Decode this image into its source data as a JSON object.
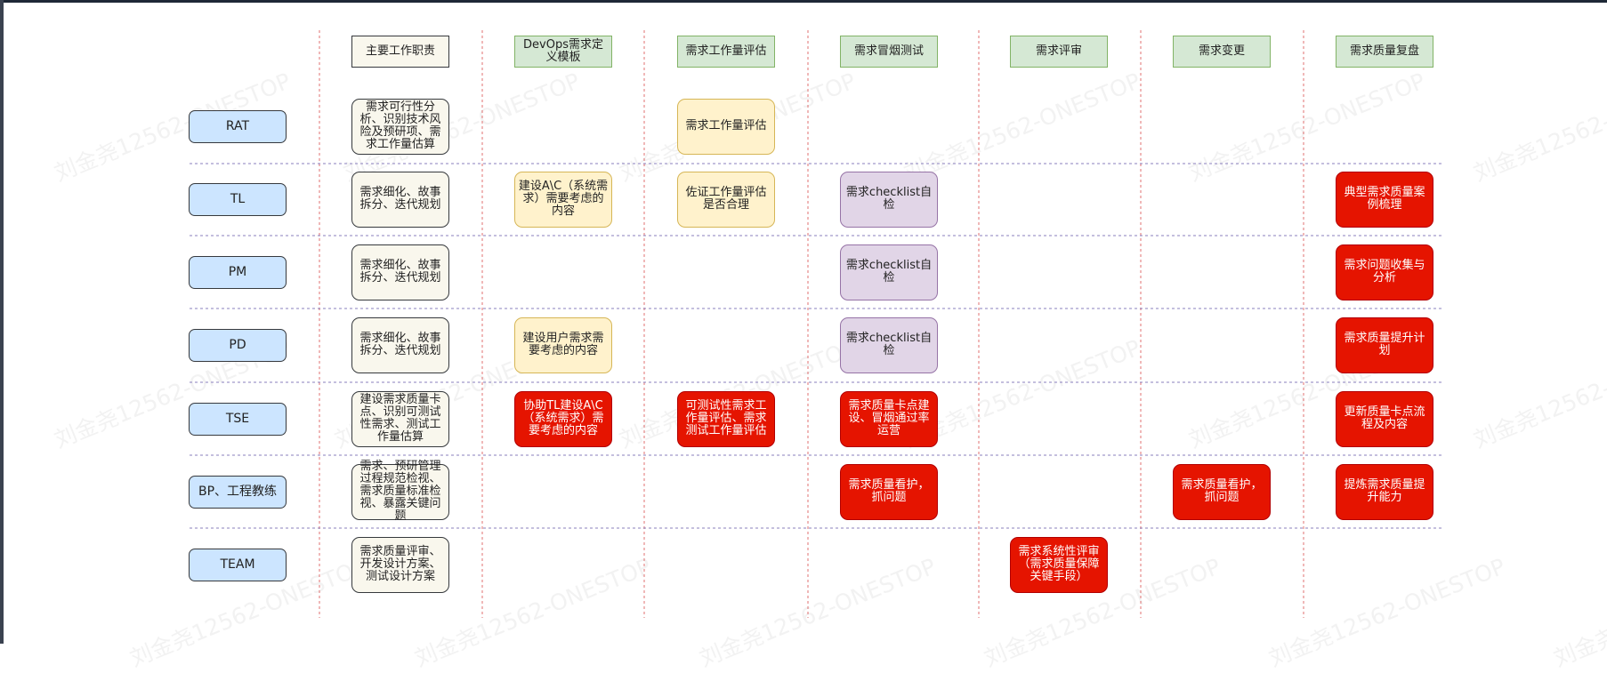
{
  "watermark": "刘金尧12562-ONESTOP",
  "headers": [
    "主要工作职责",
    "DevOps需求定义模板",
    "需求工作量评估",
    "需求冒烟测试",
    "需求评审",
    "需求变更",
    "需求质量复盘"
  ],
  "roles": [
    "RAT",
    "TL",
    "PM",
    "PD",
    "TSE",
    "BP、工程教练",
    "TEAM"
  ],
  "duties": [
    "需求可行性分析、识别技术风险及预研项、需求工作量估算",
    "需求细化、故事拆分、迭代规划",
    "需求细化、故事拆分、迭代规划",
    "需求细化、故事拆分、迭代规划",
    "建设需求质量卡点、识别可测试性需求、测试工作量估算",
    "需求、预研管理过程规范检视、需求质量标准检视、暴露关键问题",
    "需求质量评审、开发设计方案、测试设计方案"
  ],
  "cells": [
    {
      "row": 0,
      "col": 2,
      "style": "yellow",
      "text": "需求工作量评估"
    },
    {
      "row": 1,
      "col": 1,
      "style": "yellow",
      "text": "建设A\\C（系统需求）需要考虑的内容"
    },
    {
      "row": 1,
      "col": 2,
      "style": "yellow",
      "text": "佐证工作量评估是否合理"
    },
    {
      "row": 1,
      "col": 3,
      "style": "purple",
      "text": "需求checklist自检"
    },
    {
      "row": 1,
      "col": 6,
      "style": "red",
      "text": "典型需求质量案例梳理"
    },
    {
      "row": 2,
      "col": 3,
      "style": "purple",
      "text": "需求checklist自检"
    },
    {
      "row": 2,
      "col": 6,
      "style": "red",
      "text": "需求问题收集与分析"
    },
    {
      "row": 3,
      "col": 1,
      "style": "yellow",
      "text": "建设用户需求需要考虑的内容"
    },
    {
      "row": 3,
      "col": 3,
      "style": "purple",
      "text": "需求checklist自检"
    },
    {
      "row": 3,
      "col": 6,
      "style": "red",
      "text": "需求质量提升计划"
    },
    {
      "row": 4,
      "col": 1,
      "style": "red",
      "text": "协助TL建设A\\C（系统需求）需要考虑的内容"
    },
    {
      "row": 4,
      "col": 2,
      "style": "red",
      "text": "可测试性需求工作量评估、需求测试工作量评估"
    },
    {
      "row": 4,
      "col": 3,
      "style": "red",
      "text": "需求质量卡点建设、冒烟通过率运营"
    },
    {
      "row": 4,
      "col": 6,
      "style": "red",
      "text": "更新质量卡点流程及内容"
    },
    {
      "row": 5,
      "col": 3,
      "style": "red",
      "text": "需求质量看护，抓问题"
    },
    {
      "row": 5,
      "col": 5,
      "style": "red",
      "text": "需求质量看护，抓问题"
    },
    {
      "row": 5,
      "col": 6,
      "style": "red",
      "text": "提炼需求质量提升能力"
    },
    {
      "row": 6,
      "col": 4,
      "style": "red",
      "text": "需求系统性评审（需求质量保障关键手段）"
    }
  ],
  "colors": {
    "red_line": "#e07070",
    "purple_line": "#8a7fbe",
    "red_box": "#e51400",
    "green_header": "#d5e8d4"
  }
}
